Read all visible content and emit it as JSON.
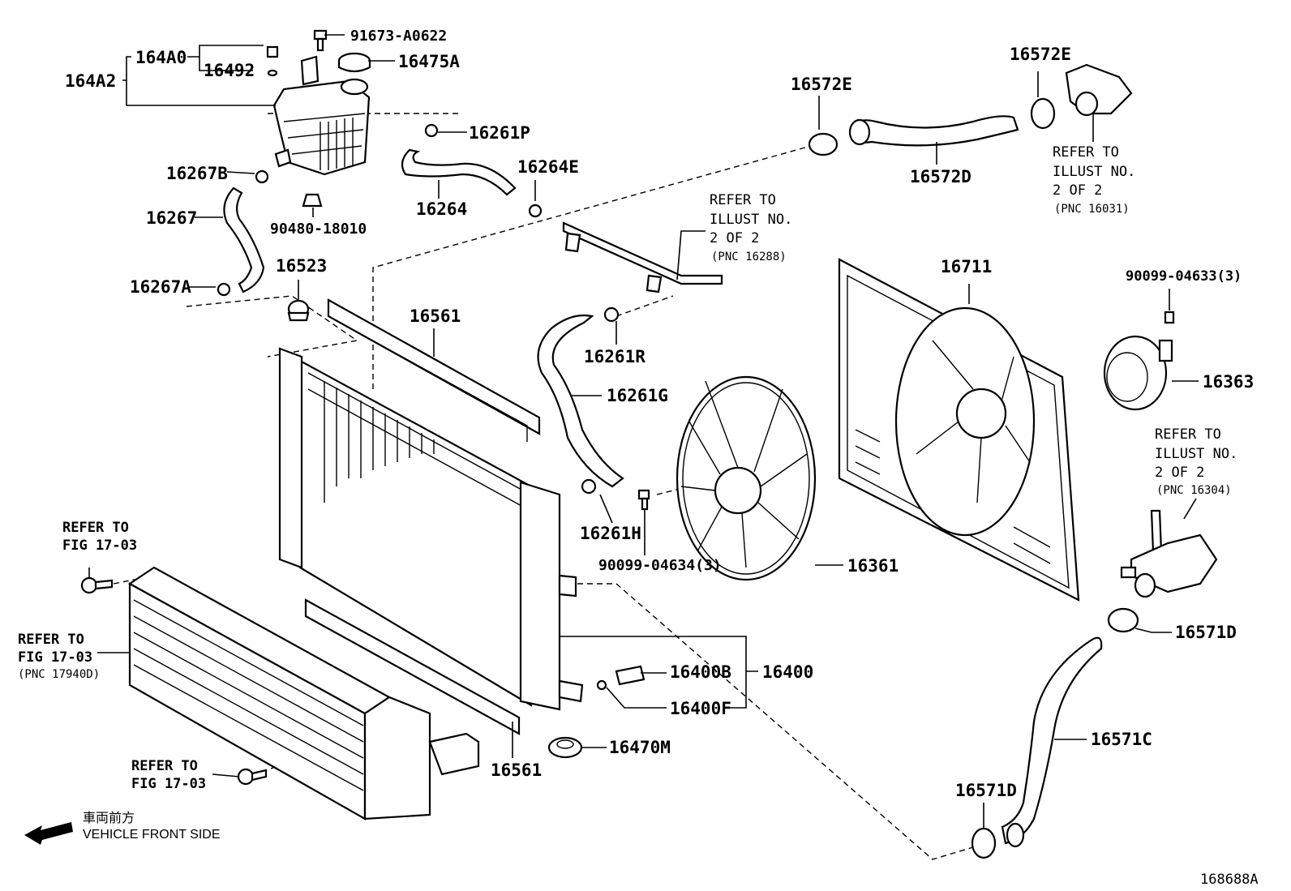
{
  "parts": {
    "p91673": "91673-A0622",
    "p164A0": "164A0",
    "p164A2": "164A2",
    "p16492": "16492",
    "p16475A": "16475A",
    "p16261P": "16261P",
    "p16267B": "16267B",
    "p16264E": "16264E",
    "p16264": "16264",
    "p16267": "16267",
    "p90480": "90480-18010",
    "p16523": "16523",
    "p16267A": "16267A",
    "p16561_top": "16561",
    "p16561_bottom": "16561",
    "p16572E_mid": "16572E",
    "p16572E_right": "16572E",
    "p16572D": "16572D",
    "p16261R": "16261R",
    "p16261G": "16261G",
    "p16261H": "16261H",
    "p90099_04634": "90099-04634(3)",
    "p16711": "16711",
    "p90099_04633": "90099-04633(3)",
    "p16363": "16363",
    "p16361": "16361",
    "p16400": "16400",
    "p16400B": "16400B",
    "p16400F": "16400F",
    "p16470M": "16470M",
    "p16571D_right": "16571D",
    "p16571C": "16571C",
    "p16571D_bottom": "16571D"
  },
  "refs": {
    "r16031": {
      "l1": "REFER TO",
      "l2": "ILLUST NO.",
      "l3": "2 OF 2",
      "l4": "(PNC 16031)"
    },
    "r16288": {
      "l1": "REFER TO",
      "l2": "ILLUST NO.",
      "l3": "2 OF 2",
      "l4": "(PNC 16288)"
    },
    "r16304": {
      "l1": "REFER TO",
      "l2": "ILLUST NO.",
      "l3": "2 OF 2",
      "l4": "(PNC 16304)"
    },
    "fig_a": {
      "l1": "REFER TO",
      "l2": "FIG 17-03"
    },
    "fig_b": {
      "l1": "REFER TO",
      "l2": "FIG 17-03",
      "l3": "(PNC 17940D)"
    },
    "fig_c": {
      "l1": "REFER TO",
      "l2": "FIG 17-03"
    }
  },
  "footer": {
    "direction_jp": "車両前方",
    "direction_en": "VEHICLE FRONT SIDE",
    "illustration_id": "168688A"
  }
}
